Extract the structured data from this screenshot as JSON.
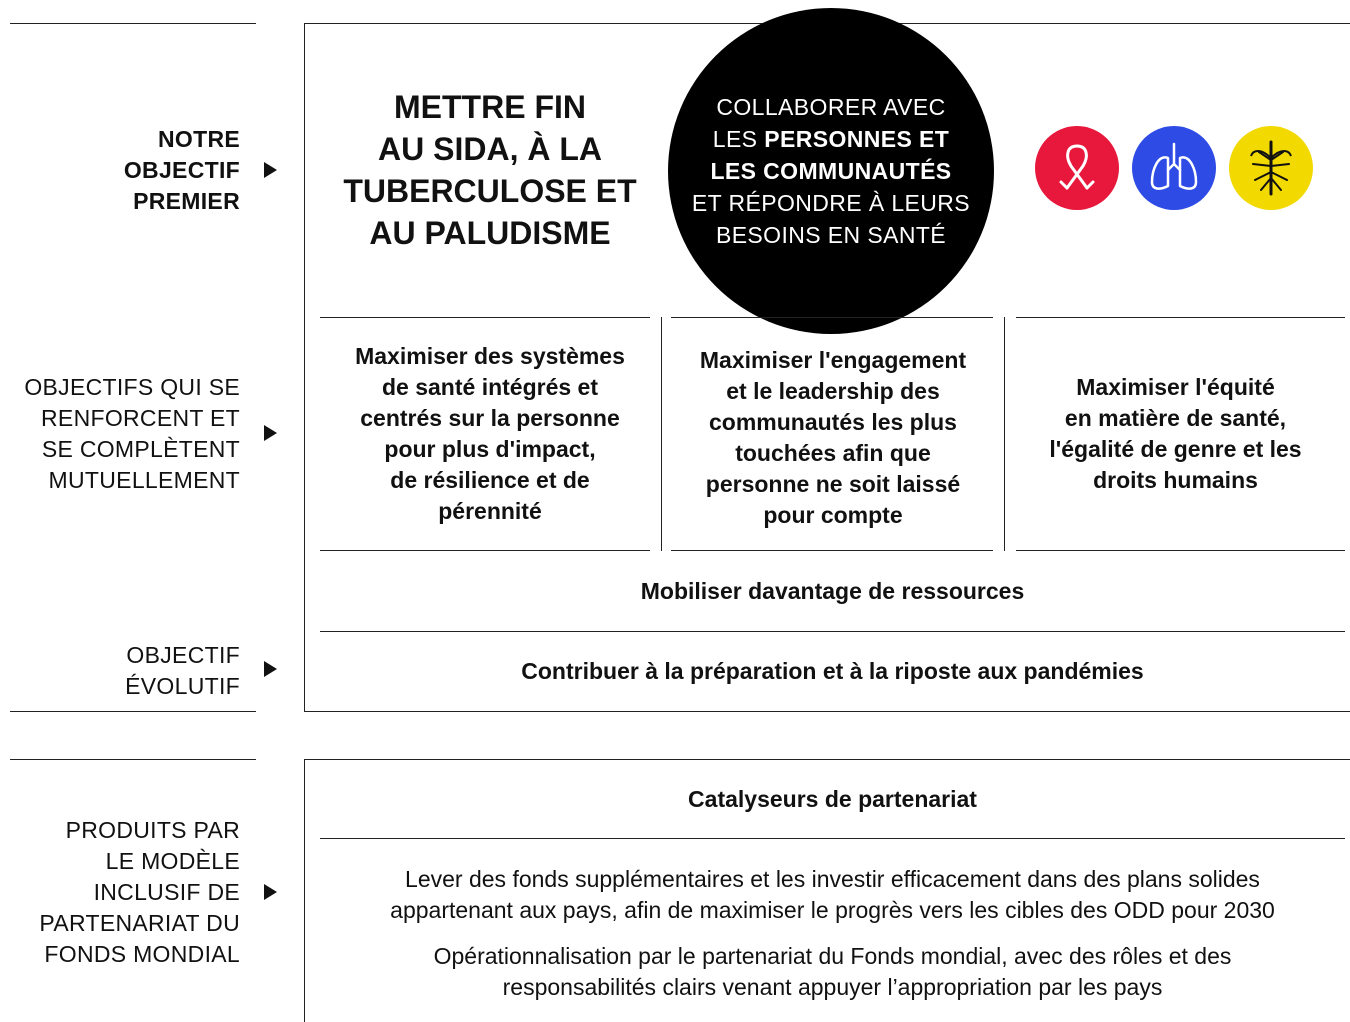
{
  "labels": {
    "objective_primary": [
      "NOTRE",
      "OBJECTIF",
      "PREMIER"
    ],
    "objectives_mutual": [
      "OBJECTIFS QUI SE",
      "RENFORCENT ET",
      "SE COMPLÈTENT",
      "MUTUELLEMENT"
    ],
    "objective_evolving": [
      "OBJECTIF",
      "ÉVOLUTIF"
    ],
    "products": [
      "PRODUITS PAR",
      "LE MODÈLE",
      "INCLUSIF DE",
      "PARTENARIAT DU",
      "FONDS MONDIAL"
    ]
  },
  "main_goal": [
    "METTRE FIN",
    "AU SIDA, À LA",
    "TUBERCULOSE ET",
    "AU PALUDISME"
  ],
  "center_circle": {
    "line1": "COLLABORER AVEC",
    "line2_prefix": "LES ",
    "line2_bold": "PERSONNES ET",
    "line3_bold": "LES COMMUNAUTÉS",
    "line4": "ET RÉPONDRE À LEURS",
    "line5": "BESOINS EN SANTÉ"
  },
  "icons": [
    {
      "name": "ribbon-icon",
      "color": "#E8173C"
    },
    {
      "name": "lungs-icon",
      "color": "#2E4BE6"
    },
    {
      "name": "mosquito-icon",
      "color": "#F2D900"
    }
  ],
  "objectives": [
    [
      "Maximiser des systèmes",
      "de santé intégrés et",
      "centrés sur la personne",
      "pour plus d'impact,",
      "de résilience et de",
      "pérennité"
    ],
    [
      "Maximiser l'engagement",
      "et le leadership des",
      "communautés les plus",
      "touchées afin que",
      "personne ne soit laissé",
      "pour compte"
    ],
    [
      "Maximiser l'équité",
      "en matière de santé,",
      "l'égalité de genre et les",
      "droits humains"
    ]
  ],
  "mobilize": "Mobiliser davantage de ressources",
  "pandemic": "Contribuer à la préparation et à la riposte aux pandémies",
  "partnership_title": "Catalyseurs de partenariat",
  "paragraph1": [
    "Lever des fonds supplémentaires et les investir efficacement dans des plans solides",
    "appartenant aux pays, afin de maximiser le progrès vers les cibles des ODD pour 2030"
  ],
  "paragraph2": [
    "Opérationnalisation par le partenariat du Fonds mondial, avec des rôles et des",
    "responsabilités clairs venant appuyer l’appropriation par les pays"
  ]
}
